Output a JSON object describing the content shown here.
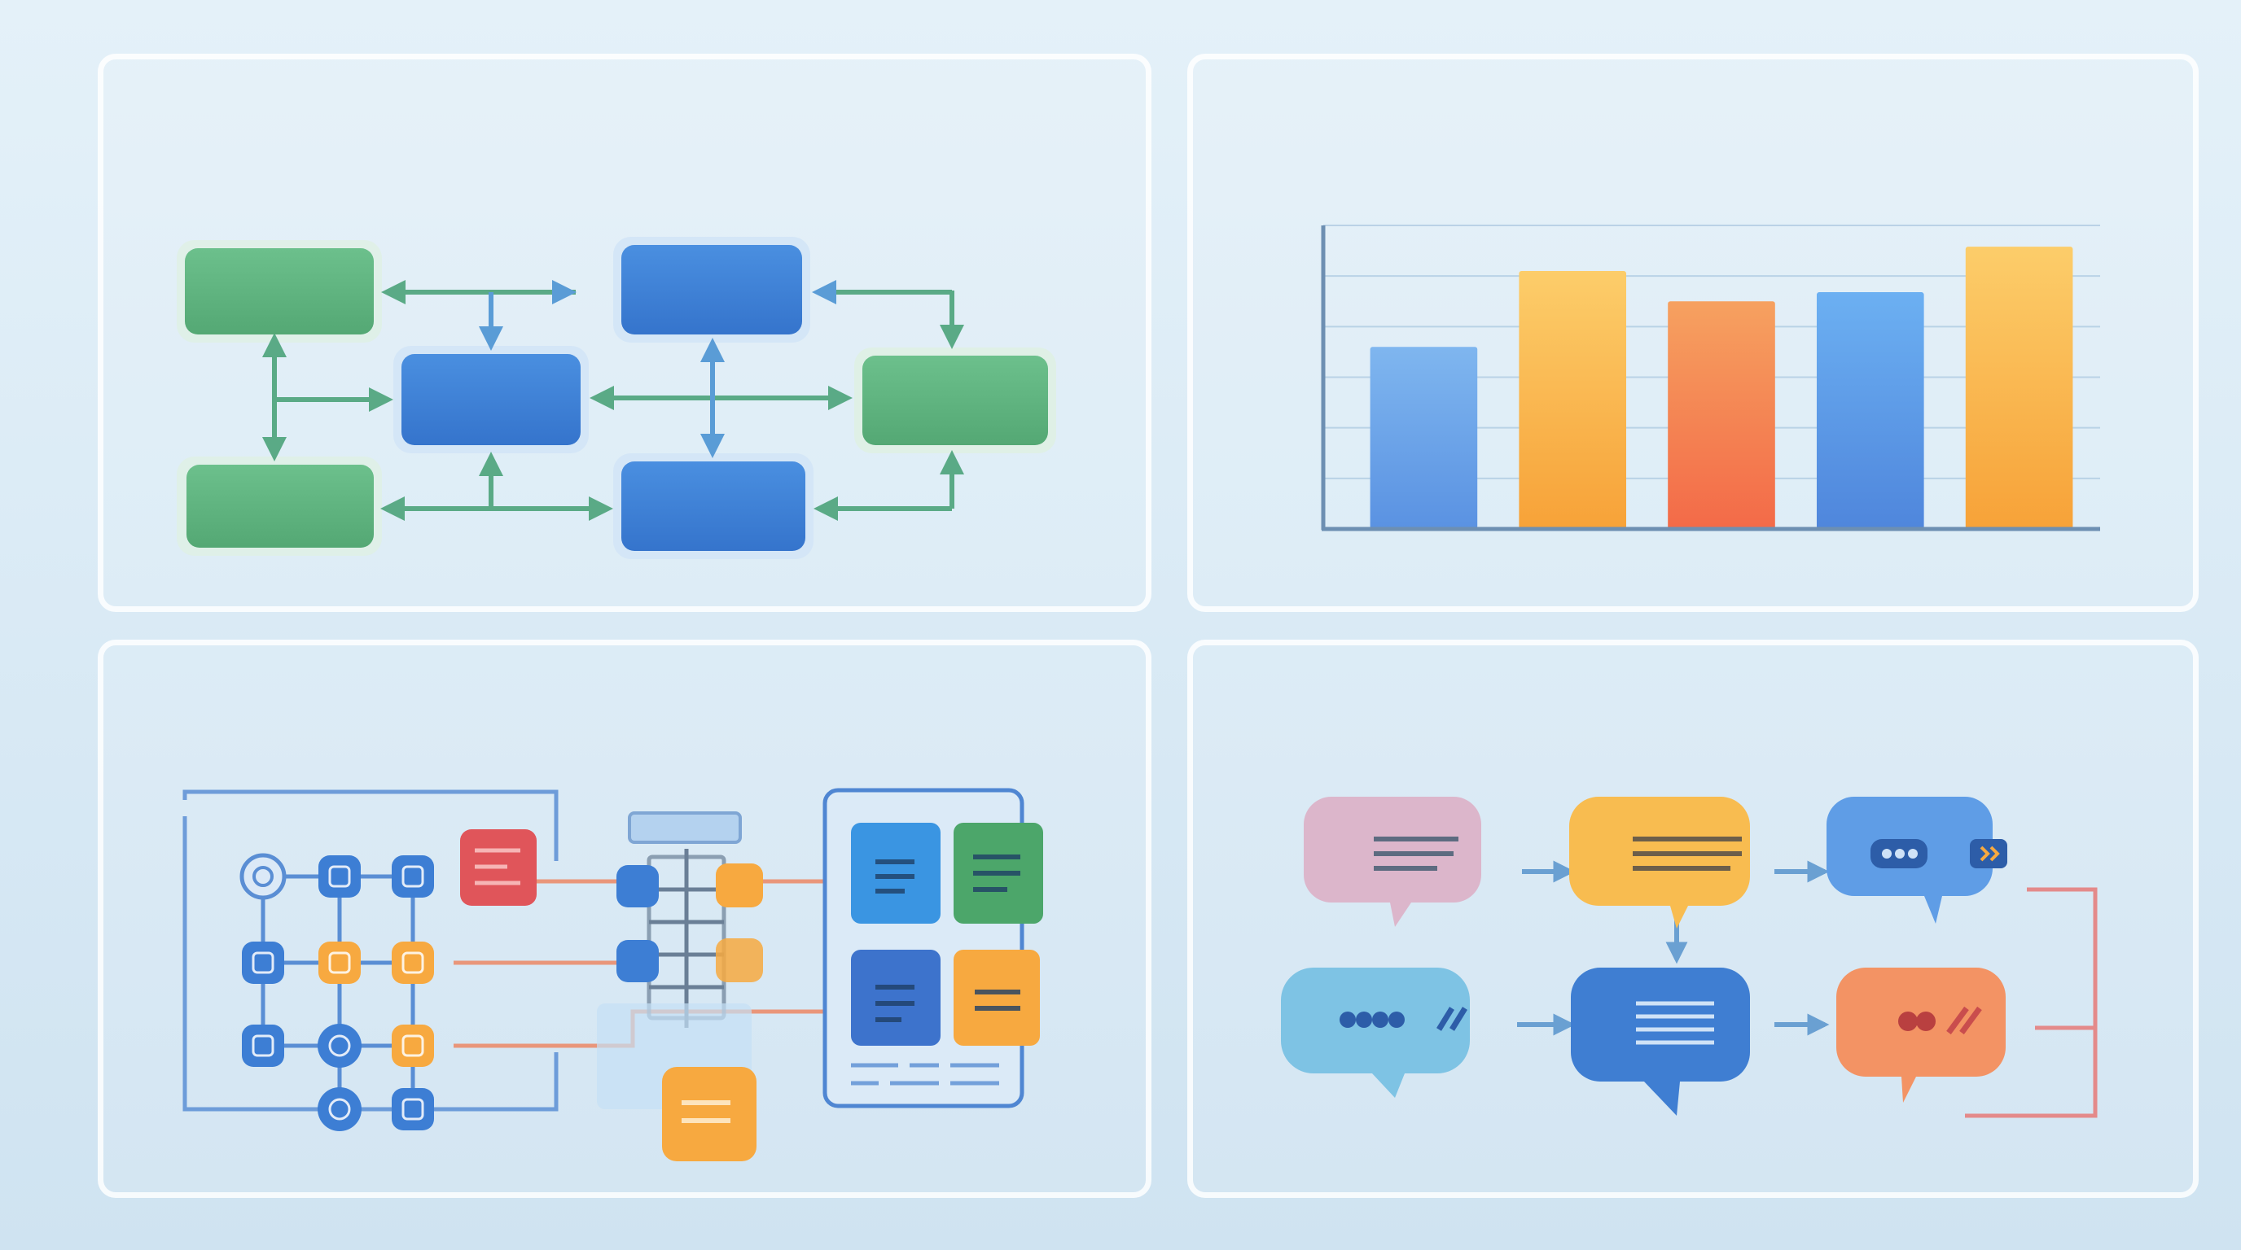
{
  "colors": {
    "background_top": "#e4f1f9",
    "background_bottom": "#cfe3f1",
    "panel_border": "#ffffff",
    "green": "#5fb37f",
    "blue": "#3b7fd6",
    "arrow_green": "#5aaa86",
    "arrow_blue": "#5a9cd6",
    "red": "#e0555a",
    "orange": "#f7a940",
    "pink": "#d9b3c6"
  },
  "panels": [
    {
      "name": "flow-diagram-panel",
      "content": "node-graph"
    },
    {
      "name": "bar-chart-panel",
      "content": "chart"
    },
    {
      "name": "pipeline-diagram-panel",
      "content": "node-pipeline"
    },
    {
      "name": "chat-flow-panel",
      "content": "message-flow"
    }
  ],
  "chart_data": {
    "type": "bar",
    "values": [
      0.6,
      0.85,
      0.75,
      0.78,
      0.93
    ],
    "ylim": [
      0,
      1
    ],
    "grid": true,
    "bar_colors": [
      "#6aa3e8",
      "#f8b048",
      "#f47b52",
      "#5d98e6",
      "#f8b048"
    ]
  },
  "icons": {
    "chat_dots": "ellipsis-icon",
    "chat_forward": "double-chevron-right-icon",
    "doc_lines": "text-lines-icon",
    "target": "target-icon",
    "shield": "shield-icon"
  }
}
